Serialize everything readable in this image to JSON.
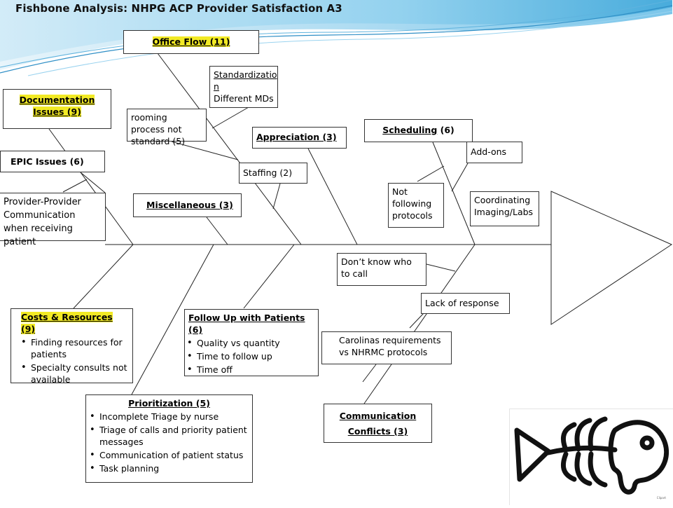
{
  "title": "Fishbone Analysis:  NHPG ACP Provider Satisfaction  A3",
  "categories": {
    "office_flow": "Office Flow (11)",
    "documentation": [
      "Documentation",
      "Issues (9)"
    ],
    "appreciation": "Appreciation (3)",
    "scheduling_prefix": "Scheduling",
    "scheduling_count": " (6)",
    "miscellaneous": "Miscellaneous (3)",
    "costs": "Costs & Resources (9)",
    "follow_up": "Follow Up with Patients (6)",
    "prioritization": "Prioritization (5)",
    "communication": [
      "Communication",
      "Conflicts (3)"
    ]
  },
  "causes": {
    "standardization": [
      "Standardizatio",
      "n"
    ],
    "standardization_rest": "Different MDs",
    "rooming": "rooming process not standard (5)",
    "staffing": "Staffing (2)",
    "epic": "EPIC  Issues (6)",
    "provider_comm": "Provider-Provider Communication when receiving patient",
    "add_ons": "Add-ons",
    "not_following": "Not following protocols",
    "coordinating": "Coordinating Imaging/Labs",
    "dont_know": "Don’t know who to call",
    "lack_response": "Lack of response",
    "carolinas": "Carolinas requirements vs NHRMC protocols"
  },
  "costs_items": [
    "Finding resources for patients",
    "Specialty consults not available"
  ],
  "follow_up_items": [
    "Quality vs quantity",
    "Time to follow up",
    "Time off"
  ],
  "prioritization_items": [
    "Incomplete Triage by nurse",
    "Triage of calls and priority patient messages",
    "Communication of patient status",
    "Task planning"
  ],
  "logo_credit": "Clipart"
}
